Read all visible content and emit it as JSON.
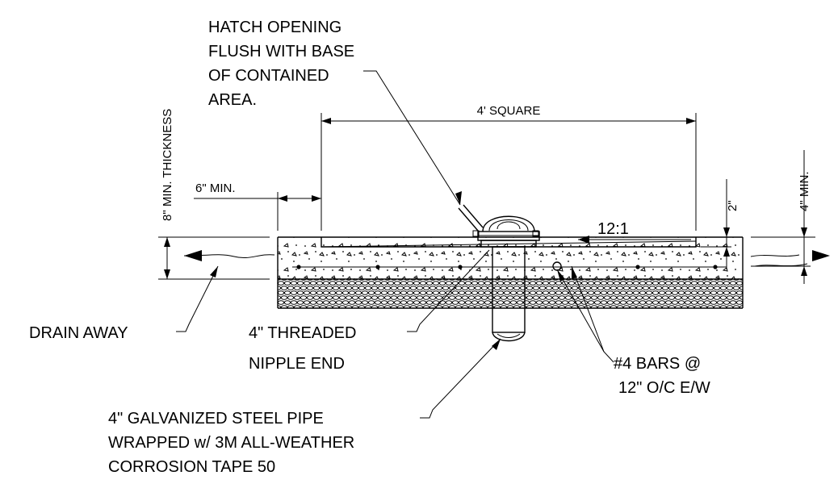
{
  "labels": {
    "hatch": [
      "HATCH OPENING",
      "FLUSH WITH BASE",
      "OF CONTAINED",
      "AREA."
    ],
    "square": "4' SQUARE",
    "thickness": "8\" MIN. THICKNESS",
    "six_min": "6\" MIN.",
    "two_in": "2\"",
    "four_min": "4\" MIN.",
    "slope": "12:1",
    "drain": "DRAIN AWAY",
    "nipple": [
      "4\"  THREADED",
      "NIPPLE END"
    ],
    "bars": [
      "#4 BARS @",
      "12\" O/C E/W"
    ],
    "pipe": [
      "4\"  GALVANIZED STEEL PIPE",
      "WRAPPED w/ 3M ALL-WEATHER",
      "CORROSION TAPE 50"
    ]
  }
}
